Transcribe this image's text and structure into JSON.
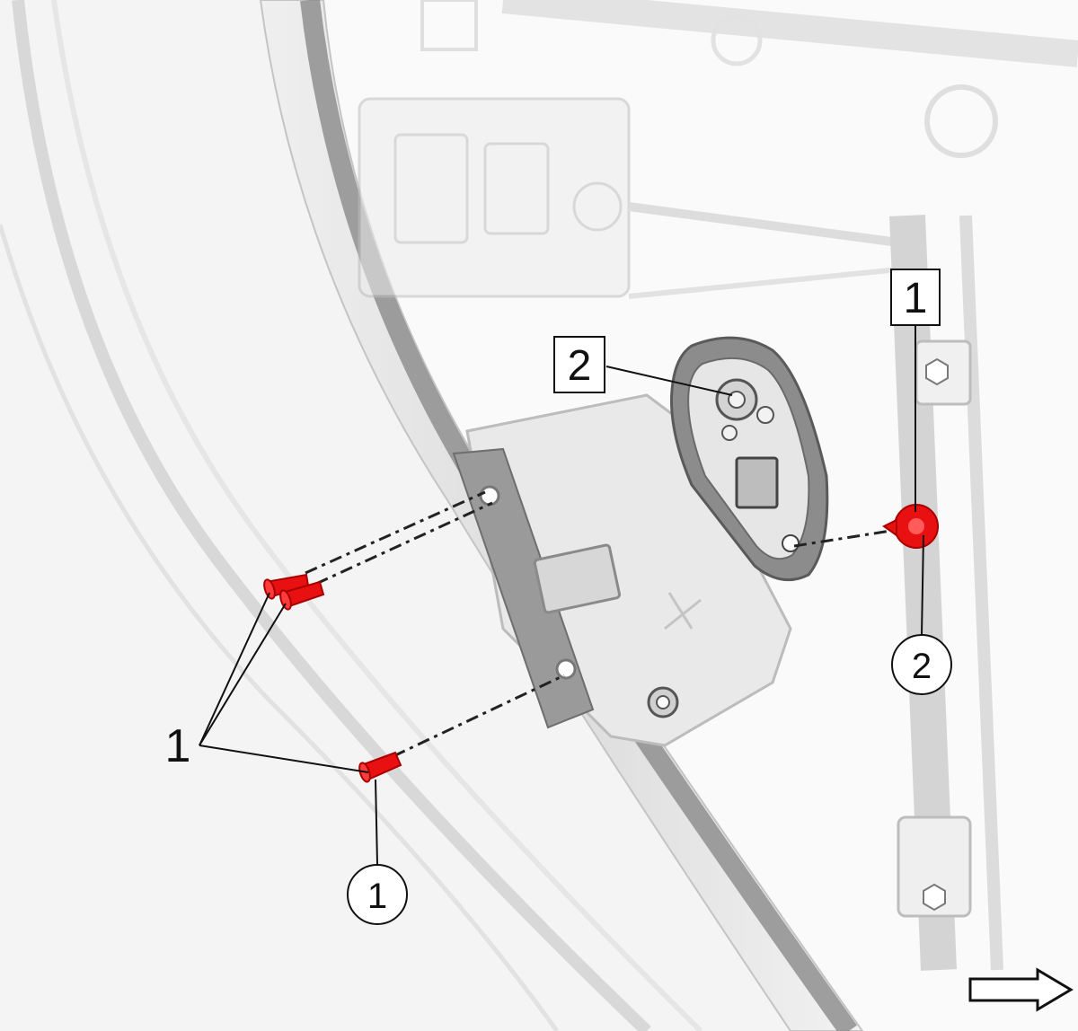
{
  "callouts": {
    "box_1": "1",
    "box_2": "2",
    "plain_1": "1",
    "circle_1": "1",
    "circle_2": "2"
  },
  "colors": {
    "fastener": "#e81010",
    "fastener_dark": "#a80000",
    "line": "#111111",
    "panel_grey": "#c9c9c9",
    "trim_grey": "#7a7a7a"
  },
  "icons": {
    "direction": "arrow-right-icon"
  }
}
